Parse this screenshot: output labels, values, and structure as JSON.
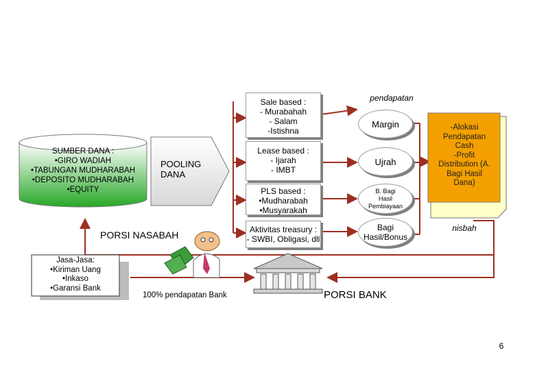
{
  "sources": {
    "title": "SUMBER DANA :",
    "items": [
      "•GIRO WADIAH",
      "•TABUNGAN MUDHARABAH",
      "•DEPOSITO MUDHARABAH",
      "•EQUITY"
    ]
  },
  "pooling": "POOLING\nDANA",
  "financing": [
    {
      "label": "Sale based :\n- Murabahah\n- Salam\n-Istishna"
    },
    {
      "label": "Lease based :\n- Ijarah\n- IMBT"
    },
    {
      "label": "PLS based :\n•Mudharabah\n•Musyarakah"
    },
    {
      "label": "Aktivitas treasury :\n- SWBI, Obligasi, dll"
    }
  ],
  "income_header": "pendapatan",
  "income": [
    {
      "label": "Margin"
    },
    {
      "label": "Ujrah"
    },
    {
      "label": "B. Bagi\nHasil\nPembiayaan"
    },
    {
      "label": "Bagi\nHasil/Bonus"
    }
  ],
  "allocation": "-Alokasi\nPendapatan\nCash\n-Profit\nDistribution (A.\nBagi Hasil\nDana)",
  "nisbah": "nisbah",
  "porsi_nasabah": "PORSI NASABAH",
  "services": "Jasa-Jasa:\n•Kiriman Uang\n•Inkaso\n•Garansi Bank",
  "pendapatan_bank": "100% pendapatan Bank",
  "porsi_bank": "PORSI BANK",
  "page_number": "6",
  "icons": [
    "customer-money-icon",
    "bank-building-icon"
  ],
  "colors": {
    "arrow": "#9c2f22",
    "cylinder_top": "#ffffff",
    "cylinder_bottom": "#27a827",
    "allocation_fill": "#f4a000",
    "allocation_paper": "#ffffc8"
  }
}
